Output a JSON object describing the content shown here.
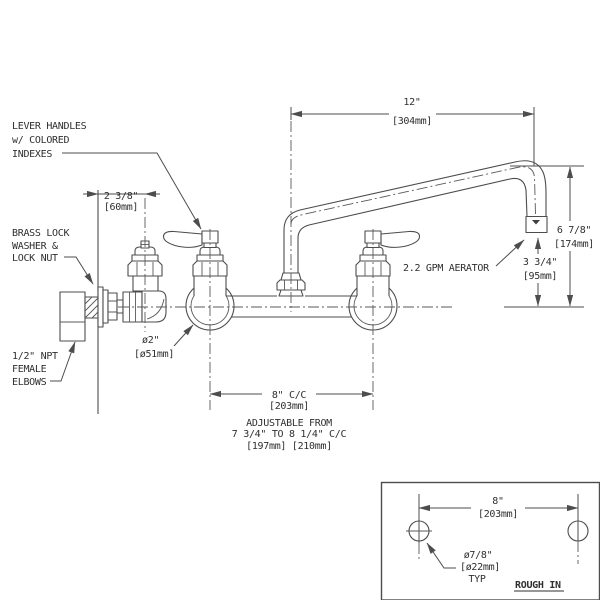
{
  "diagram": {
    "callouts": {
      "lever_handles": {
        "lines": [
          "LEVER HANDLES",
          "w/ COLORED",
          "INDEXES"
        ]
      },
      "brass_lock": {
        "lines": [
          "BRASS LOCK",
          "WASHER &",
          "LOCK NUT"
        ]
      },
      "npt_elbows": {
        "lines": [
          "1/2\" NPT",
          "FEMALE",
          "ELBOWS"
        ]
      },
      "aerator": {
        "label": "2.2 GPM AERATOR"
      },
      "flange_diameter": {
        "inches": "ø2\"",
        "mm": "[ø51mm]"
      }
    },
    "dimensions": {
      "spout_reach": {
        "inches": "12\"",
        "mm": "[304mm]"
      },
      "wall_to_center": {
        "inches": "2 3/8\"",
        "mm": "[60mm]"
      },
      "spout_height": {
        "inches": "6 7/8\"",
        "mm": "[174mm]"
      },
      "aerator_height": {
        "inches": "3 3/4\"",
        "mm": "[95mm]"
      },
      "centers": {
        "inches": "8\" C/C",
        "mm": "[203mm]"
      },
      "adjustable": {
        "lines": [
          "ADJUSTABLE FROM",
          "7 3/4\" TO 8 1/4\" C/C",
          "[197mm]  [210mm]"
        ]
      }
    },
    "inset": {
      "centers": {
        "inches": "8\"",
        "mm": "[203mm]"
      },
      "hole": {
        "lines": [
          "ø7/8\"",
          "[ø22mm]",
          "TYP"
        ]
      },
      "title": "ROUGH IN"
    },
    "colors": {
      "line": "#4d4d4d",
      "text": "#2f2f2f",
      "background": "#ffffff"
    }
  }
}
